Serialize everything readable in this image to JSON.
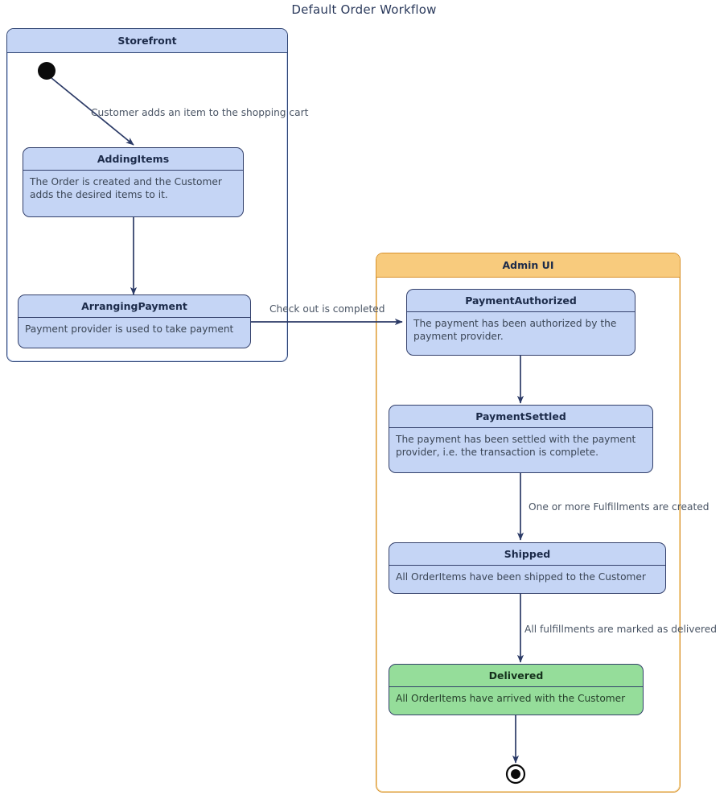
{
  "diagram": {
    "title": "Default Order Workflow",
    "type": "uml-state-diagram"
  },
  "containers": [
    {
      "id": "storefront",
      "label": "Storefront",
      "accent": "#2e4372",
      "header_fill": "#c5d5f5"
    },
    {
      "id": "admin-ui",
      "label": "Admin UI",
      "accent": "#d8922c",
      "header_fill": "#f8cb7d"
    }
  ],
  "states": [
    {
      "id": "adding-items",
      "name": "AddingItems",
      "description": "The Order is created and the Customer adds the desired items to it.",
      "container": "storefront",
      "fill": "#c5d5f5"
    },
    {
      "id": "arranging-payment",
      "name": "ArrangingPayment",
      "description": "Payment provider is used to take payment",
      "container": "storefront",
      "fill": "#c5d5f5"
    },
    {
      "id": "payment-authorized",
      "name": "PaymentAuthorized",
      "description": "The payment has been authorized by the payment provider.",
      "container": "admin-ui",
      "fill": "#c5d5f5"
    },
    {
      "id": "payment-settled",
      "name": "PaymentSettled",
      "description": "The payment has been settled with the payment provider, i.e. the transaction is complete.",
      "container": "admin-ui",
      "fill": "#c5d5f5"
    },
    {
      "id": "shipped",
      "name": "Shipped",
      "description": "All OrderItems have been shipped to the Customer",
      "container": "admin-ui",
      "fill": "#c5d5f5"
    },
    {
      "id": "delivered",
      "name": "Delivered",
      "description": "All OrderItems have arrived with the Customer",
      "container": "admin-ui",
      "fill": "#95dd9a"
    }
  ],
  "pseudostates": [
    {
      "id": "initial-state",
      "kind": "initial"
    },
    {
      "id": "final-state",
      "kind": "final"
    }
  ],
  "transitions": [
    {
      "id": "t1",
      "from": "initial-state",
      "to": "adding-items",
      "label": "Customer adds an item to the shopping cart"
    },
    {
      "id": "t2",
      "from": "adding-items",
      "to": "arranging-payment",
      "label": ""
    },
    {
      "id": "t3",
      "from": "arranging-payment",
      "to": "payment-authorized",
      "label": "Check out is completed"
    },
    {
      "id": "t4",
      "from": "payment-authorized",
      "to": "payment-settled",
      "label": ""
    },
    {
      "id": "t5",
      "from": "payment-settled",
      "to": "shipped",
      "label": "One or more Fulfillments are created"
    },
    {
      "id": "t6",
      "from": "shipped",
      "to": "delivered",
      "label": "All fulfillments are marked as delivered"
    },
    {
      "id": "t7",
      "from": "delivered",
      "to": "final-state",
      "label": ""
    }
  ]
}
